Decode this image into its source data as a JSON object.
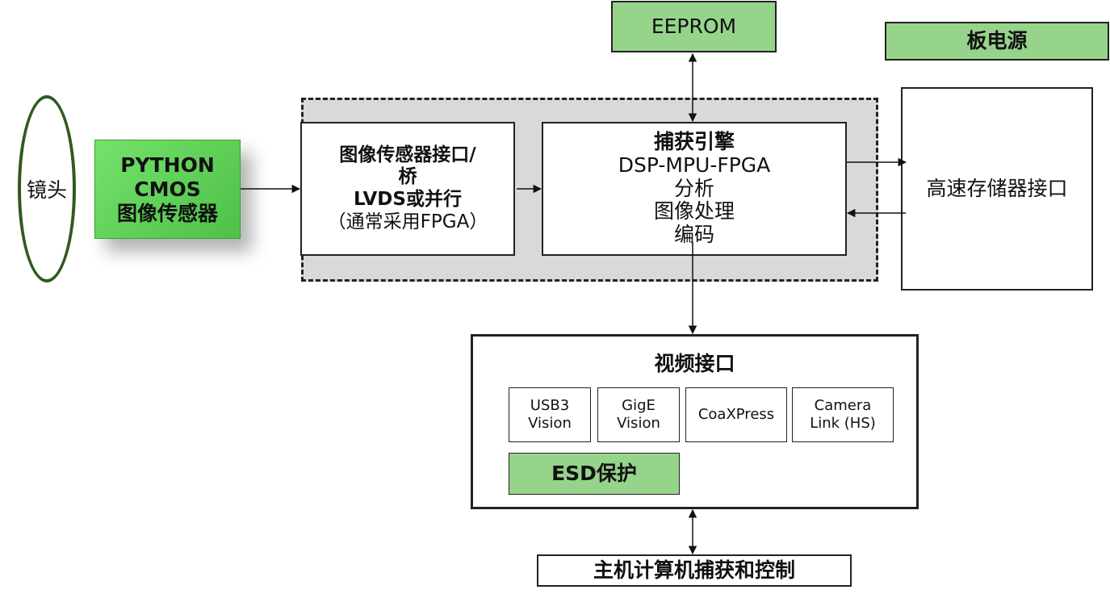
{
  "nodes": {
    "lens": {
      "label": "镜头"
    },
    "sensor": {
      "lines": [
        "PYTHON",
        "CMOS",
        "图像传感器"
      ]
    },
    "bridge": {
      "lines": [
        "图像传感器接口/",
        "桥",
        "LVDS或并行",
        "（通常采用FPGA）"
      ]
    },
    "engine": {
      "lines": [
        "捕获引擎",
        "DSP-MPU-FPGA",
        "分析",
        "图像处理",
        "编码"
      ]
    },
    "eeprom": {
      "label": "EEPROM"
    },
    "power": {
      "label": "板电源"
    },
    "storage": {
      "label": "高速存储器接口"
    },
    "video": {
      "title": "视频接口",
      "ports": [
        {
          "lines": [
            "USB3",
            "Vision"
          ]
        },
        {
          "lines": [
            "GigE",
            "Vision"
          ]
        },
        {
          "lines": [
            "CoaXPress"
          ]
        },
        {
          "lines": [
            "Camera",
            "Link (HS)"
          ]
        }
      ],
      "esd": "ESD保护"
    },
    "host": {
      "label": "主机计算机捕获和控制"
    }
  },
  "colors": {
    "accent_green": "#97d48b",
    "bright_green": "#5fd35a",
    "lens_outline": "#2e5a1f",
    "group_fill": "#d9d9d9"
  }
}
